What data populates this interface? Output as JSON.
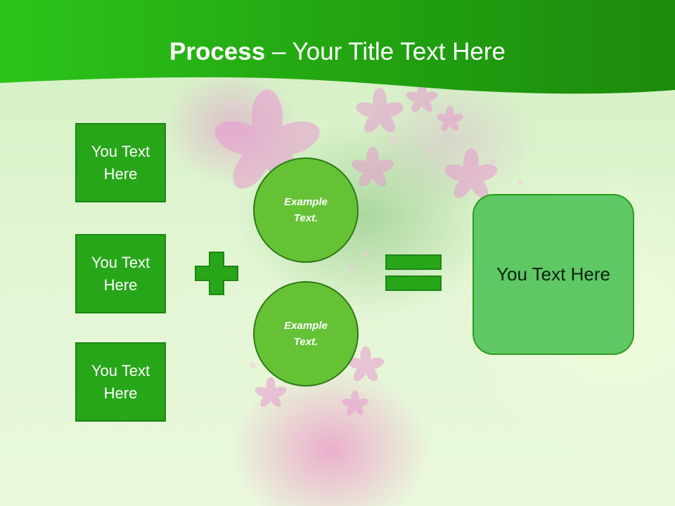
{
  "slide": {
    "title_bold": "Process",
    "title_rest": " – Your Title Text Here"
  },
  "inputs": [
    {
      "label": "You Text Here"
    },
    {
      "label": "You Text Here"
    },
    {
      "label": "You Text Here"
    }
  ],
  "circles": [
    {
      "label": "Example Text."
    },
    {
      "label": "Example Text."
    }
  ],
  "operators": {
    "plus": "plus-icon",
    "equals": "equals-icon"
  },
  "result": {
    "label": "You Text Here"
  },
  "colors": {
    "header": "#1f9a12",
    "box": "#27a61a",
    "circle": "#66c235",
    "result": "#5ec865",
    "operator": "#27a61a"
  }
}
